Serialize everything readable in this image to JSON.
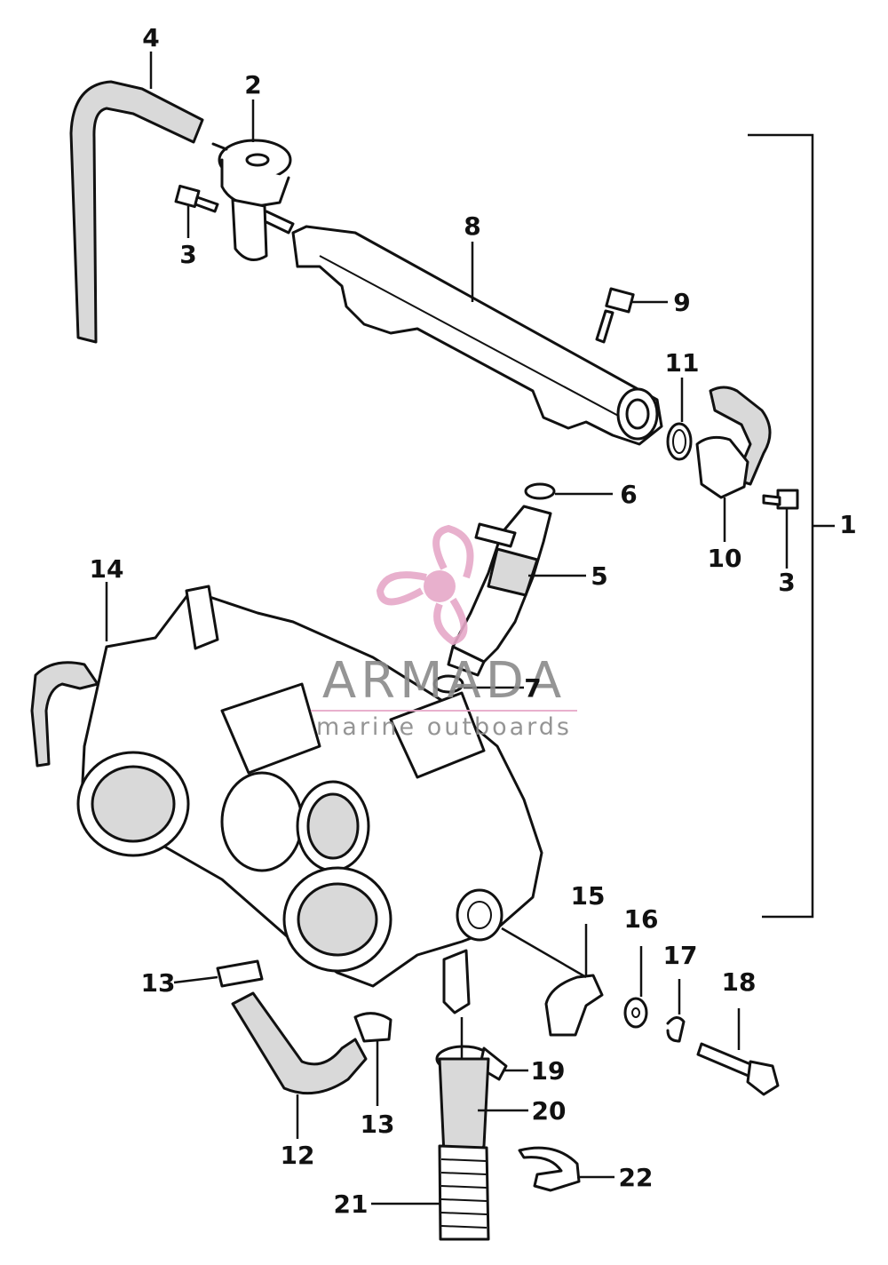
{
  "callouts": [
    {
      "id": "1",
      "label": "1"
    },
    {
      "id": "2",
      "label": "2"
    },
    {
      "id": "3a",
      "label": "3"
    },
    {
      "id": "3b",
      "label": "3"
    },
    {
      "id": "4",
      "label": "4"
    },
    {
      "id": "5",
      "label": "5"
    },
    {
      "id": "6",
      "label": "6"
    },
    {
      "id": "7",
      "label": "7"
    },
    {
      "id": "8",
      "label": "8"
    },
    {
      "id": "9",
      "label": "9"
    },
    {
      "id": "10",
      "label": "10"
    },
    {
      "id": "11",
      "label": "11"
    },
    {
      "id": "12",
      "label": "12"
    },
    {
      "id": "13a",
      "label": "13"
    },
    {
      "id": "13b",
      "label": "13"
    },
    {
      "id": "14",
      "label": "14"
    },
    {
      "id": "15",
      "label": "15"
    },
    {
      "id": "16",
      "label": "16"
    },
    {
      "id": "17",
      "label": "17"
    },
    {
      "id": "18",
      "label": "18"
    },
    {
      "id": "19",
      "label": "19"
    },
    {
      "id": "20",
      "label": "20"
    },
    {
      "id": "21",
      "label": "21"
    },
    {
      "id": "22",
      "label": "22"
    }
  ],
  "watermark": {
    "brand": "ARMADA",
    "tagline": "marine outboards",
    "logo_color": "#e6a8c8",
    "text_color": "#8a8a8a",
    "icon": "propeller-logo-icon"
  }
}
